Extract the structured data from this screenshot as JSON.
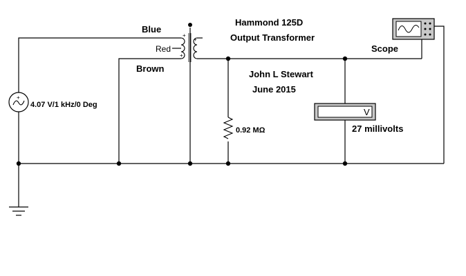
{
  "title": {
    "line1": "Hammond 125D",
    "line2": "Output Transformer"
  },
  "author": {
    "name": "John L Stewart",
    "date": "June 2015"
  },
  "source": {
    "label": "4.07 V/1 kHz/0 Deg"
  },
  "transformer": {
    "lead_blue": "Blue",
    "lead_red": "Red",
    "lead_brown": "Brown",
    "polarity_plus": "+"
  },
  "resistor": {
    "label": "0.92 MΩ"
  },
  "voltmeter": {
    "unit": "V",
    "reading": "27 millivolts"
  },
  "scope": {
    "label": "Scope"
  },
  "colors": {
    "wire": "#000000",
    "instrument_face": "#c8c8c8",
    "instrument_screen": "#ffffff"
  }
}
